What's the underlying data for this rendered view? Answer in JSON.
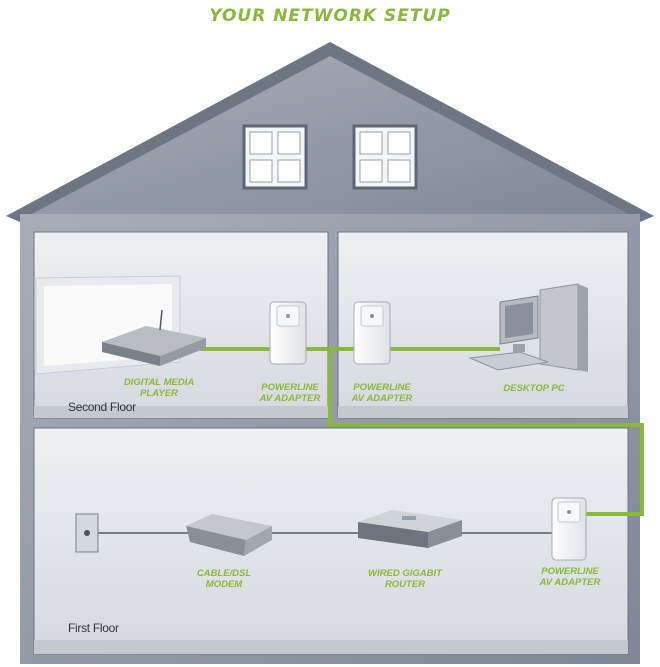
{
  "title": "YOUR NETWORK SETUP",
  "floors": {
    "second": "Second Floor",
    "first": "First Floor"
  },
  "devices": {
    "media_player": "DIGITAL MEDIA\nPLAYER",
    "adapter_a": "POWERLINE\nAV ADAPTER",
    "adapter_b": "POWERLINE\nAV ADAPTER",
    "desktop": "DESKTOP PC",
    "modem": "CABLE/DSL\nMODEM",
    "router": "WIRED GIGABIT\nROUTER",
    "adapter_c": "POWERLINE\nAV ADAPTER"
  },
  "colors": {
    "house": "#8d95a3",
    "room": "#dfe3e8",
    "cable": "#8ab83a",
    "label": "#8ab83a"
  }
}
